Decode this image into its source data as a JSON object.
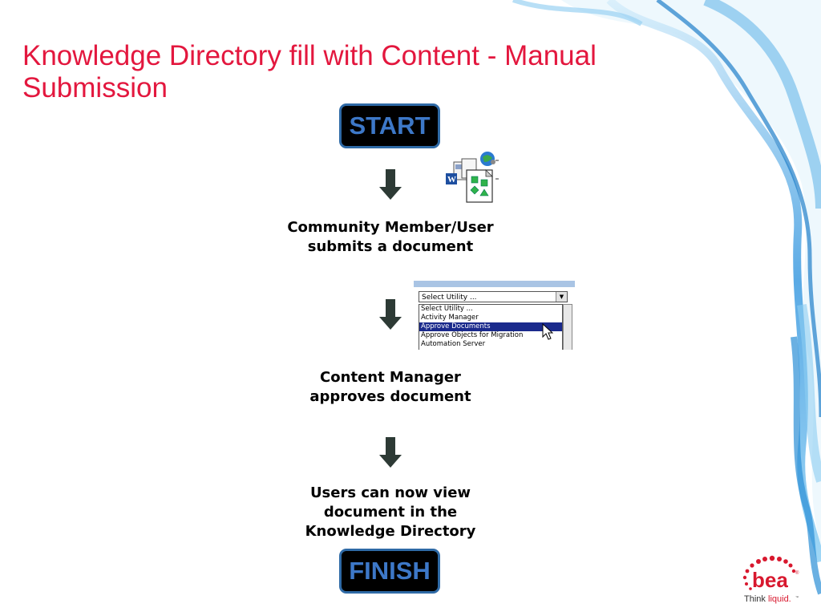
{
  "title": "Knowledge Directory fill with Content - Manual Submission",
  "start_label": "START",
  "finish_label": "FINISH",
  "steps": [
    "Community Member/User submits a document",
    "Content Manager approves document",
    "Users can now view document in the Knowledge Directory"
  ],
  "dropdown": {
    "selected": "Select Utility ...",
    "options": [
      "Select Utility ...",
      "Activity Manager",
      "Approve Documents",
      "Approve Objects for Migration",
      "Automation Server"
    ],
    "highlighted": "Approve Documents"
  },
  "logo": {
    "brand": "bea",
    "tagline": "Think liquid."
  },
  "colors": {
    "title": "#e3173e",
    "pill_text": "#3d78c8",
    "pill_border": "#2f6aa6",
    "arrow": "#2d3a35",
    "swirl": "#2f8fd0"
  }
}
